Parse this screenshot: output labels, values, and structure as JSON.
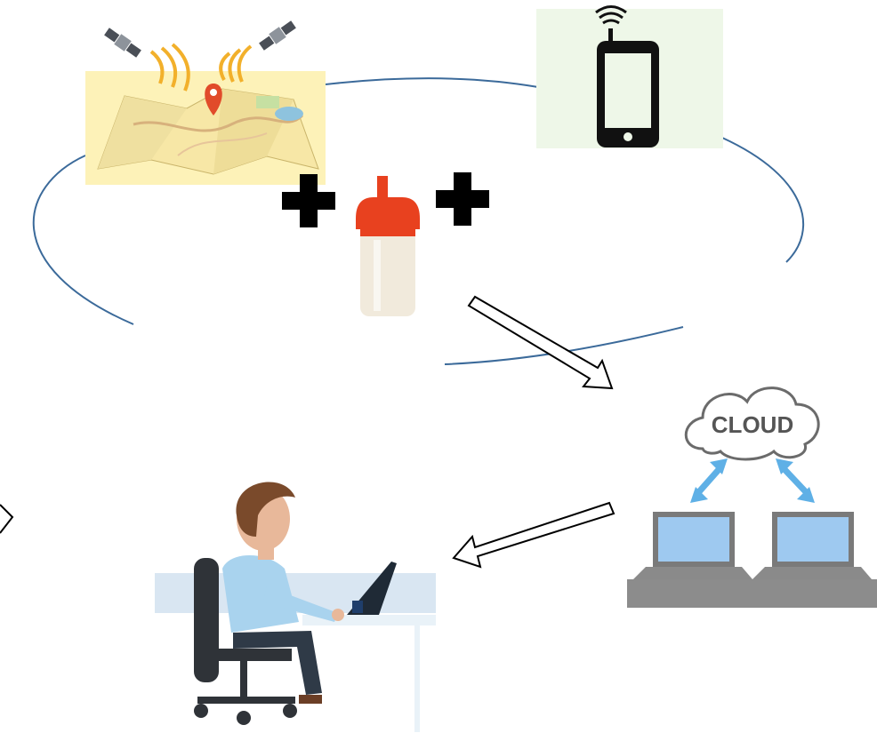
{
  "diagram": {
    "nodes": [
      {
        "id": "gps-map",
        "icon": "gps-satellite-map-icon"
      },
      {
        "id": "smartphone",
        "icon": "smartphone-wifi-icon"
      },
      {
        "id": "sample-bottle",
        "icon": "sample-bottle-icon"
      },
      {
        "id": "cloud-network",
        "icon": "cloud-laptops-icon"
      },
      {
        "id": "office-worker",
        "icon": "person-at-desk-icon"
      }
    ],
    "operators": [
      "+",
      "+"
    ],
    "edges": [
      {
        "from": "sample-bottle",
        "to": "cloud-network"
      },
      {
        "from": "cloud-network",
        "to": "office-worker"
      }
    ],
    "cloud": {
      "label": "CLOUD"
    }
  },
  "colors": {
    "ellipse": "#3b6a9a",
    "bottle_cap": "#e8411f",
    "laptop_screen": "#9ec9f0",
    "arrow_blue": "#5fb0e6",
    "map_bg": "#fdf2b8",
    "phone_bg": "#eef7e8"
  }
}
